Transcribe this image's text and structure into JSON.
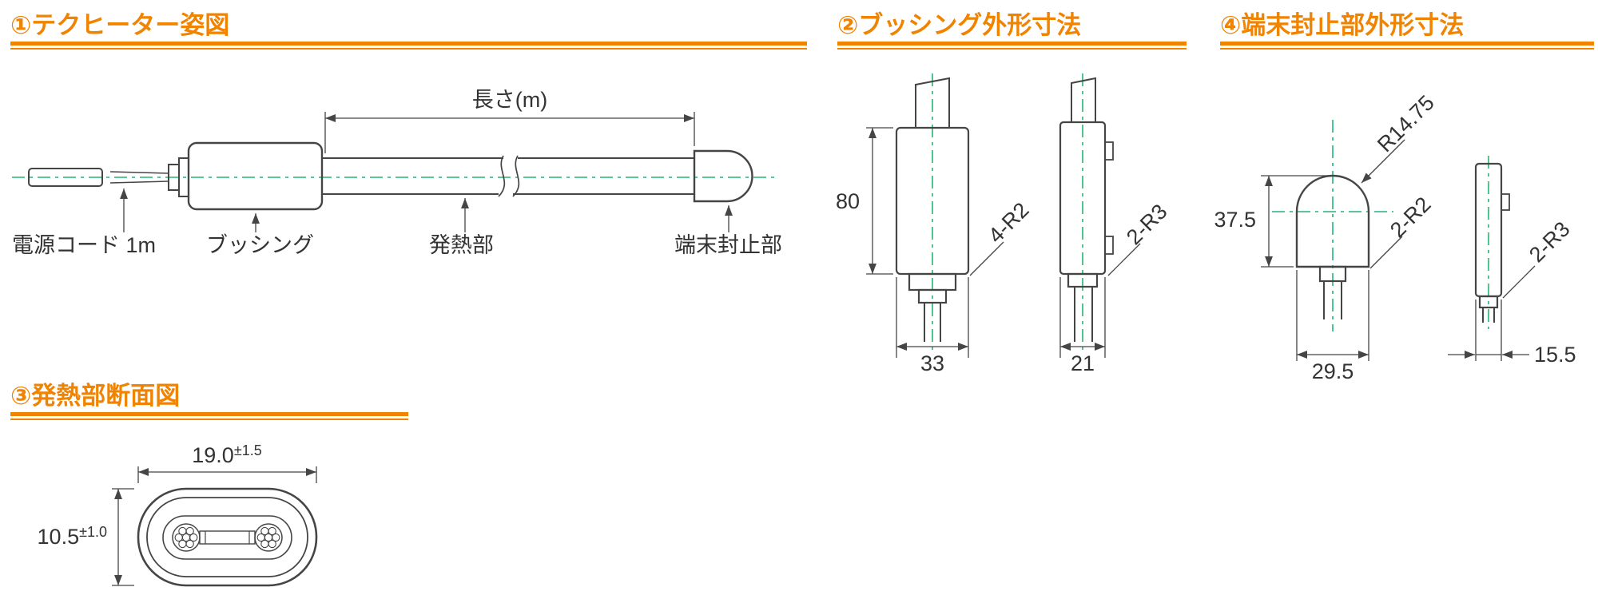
{
  "colors": {
    "accent": "#F08300",
    "line": "#454545",
    "centerline": "#22B573",
    "text": "#333333"
  },
  "panel1": {
    "title": "①テクヒーター姿図",
    "dim_length": "長さ(m)",
    "label_cord": "電源コード 1m",
    "label_bushing": "ブッシング",
    "label_heater": "発熱部",
    "label_terminal": "端末封止部"
  },
  "panel2": {
    "title": "②ブッシング外形寸法",
    "dim_height": "80",
    "dim_width_front": "33",
    "dim_width_side": "21",
    "label_corner_front": "4-R2",
    "label_corner_side": "2-R3"
  },
  "panel3": {
    "title": "③発熱部断面図",
    "dim_width": "19.0",
    "dim_width_tol": "±1.5",
    "dim_height": "10.5",
    "dim_height_tol": "±1.0"
  },
  "panel4": {
    "title": "④端末封止部外形寸法",
    "label_radius": "R14.75",
    "dim_height": "37.5",
    "label_corner_front": "2-R2",
    "label_corner_side": "2-R3",
    "dim_width_front": "29.5",
    "dim_width_side": "15.5"
  }
}
